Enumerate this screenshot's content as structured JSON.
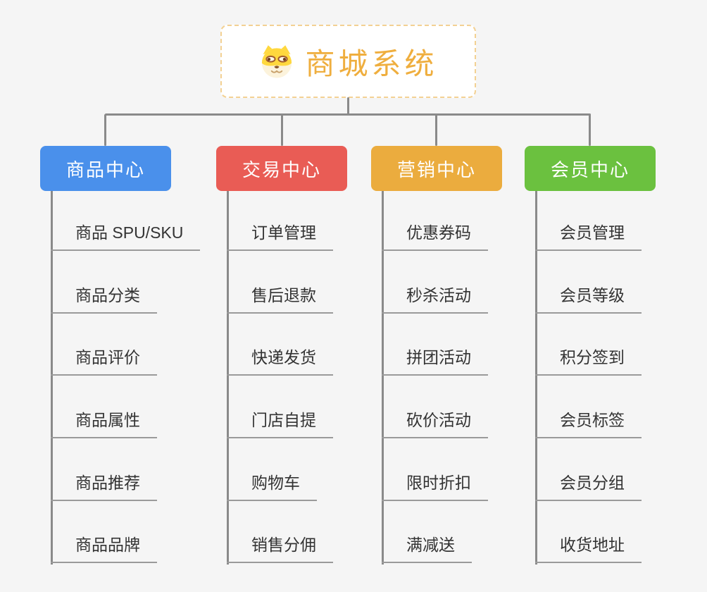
{
  "background_color": "#f5f5f5",
  "connector_color": "#8a8a8a",
  "root": {
    "label": "商城系统",
    "icon": "dog-face-icon",
    "text_color": "#efae3e",
    "border_color": "#f3d193"
  },
  "branches": [
    {
      "label": "商品中心",
      "color": "#4a90eb",
      "children": [
        "商品 SPU/SKU",
        "商品分类",
        "商品评价",
        "商品属性",
        "商品推荐",
        "商品品牌"
      ]
    },
    {
      "label": "交易中心",
      "color": "#e95c55",
      "children": [
        "订单管理",
        "售后退款",
        "快递发货",
        "门店自提",
        "购物车",
        "销售分佣"
      ]
    },
    {
      "label": "营销中心",
      "color": "#ebac3e",
      "children": [
        "优惠券码",
        "秒杀活动",
        "拼团活动",
        "砍价活动",
        "限时折扣",
        "满减送"
      ]
    },
    {
      "label": "会员中心",
      "color": "#6bc13f",
      "children": [
        "会员管理",
        "会员等级",
        "积分签到",
        "会员标签",
        "会员分组",
        "收货地址"
      ]
    }
  ]
}
